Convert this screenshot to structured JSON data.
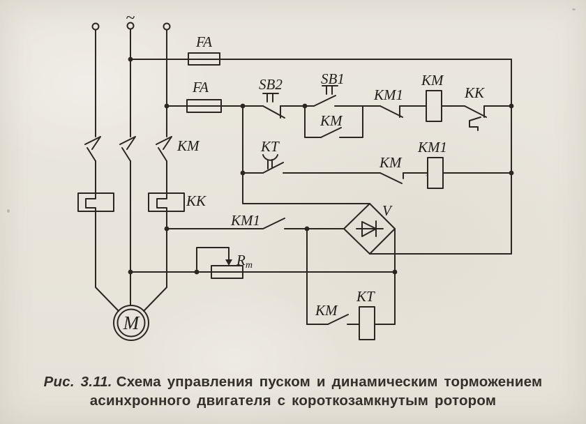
{
  "caption": {
    "fig_label": "Рис. 3.11.",
    "text1": "Схема управления пуском и динамическим торможением",
    "text2": "асинхронного двигателя с короткозамкнутым ротором"
  },
  "labels": {
    "source_tilde": "~",
    "fuse_top": "FA",
    "fuse_control": "FA",
    "main_contacts": "KM",
    "thermal_element": "KK",
    "stop_button": "SB2",
    "start_button": "SB1",
    "latch_contact": "KM",
    "timer_contact": "KT",
    "brake_interlock": "KM1",
    "main_coil": "KM",
    "thermal_contact": "KK",
    "aux_contact": "KM",
    "brake_coil": "KM1",
    "brake_contact": "KM1",
    "rectifier": "V",
    "resistor_main": "R",
    "resistor_sub": "т",
    "dc_contact": "KM",
    "timer_coil": "KT",
    "motor": "M"
  },
  "colors": {
    "paper": "#e8e5dc",
    "ink": "#2b2620"
  }
}
